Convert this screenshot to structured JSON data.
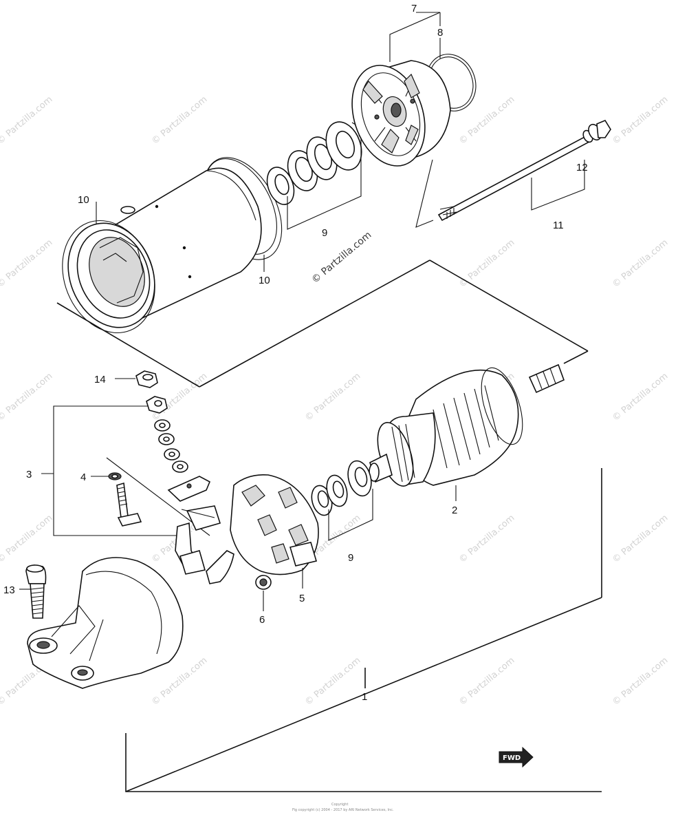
{
  "diagram": {
    "callouts": {
      "c1": "1",
      "c2": "2",
      "c3": "3",
      "c4": "4",
      "c5": "5",
      "c6": "6",
      "c7": "7",
      "c8": "8",
      "c9a": "9",
      "c9b": "9",
      "c10a": "10",
      "c10b": "10",
      "c11": "11",
      "c12": "12",
      "c13": "13",
      "c14": "14"
    },
    "watermark": "© Partzilla.com",
    "fwd_label": "FWD",
    "copyright_line1": "Copyright",
    "copyright_line2": "Fig copyright (c) 2004 - 2017 by ARI Network Services, Inc."
  }
}
